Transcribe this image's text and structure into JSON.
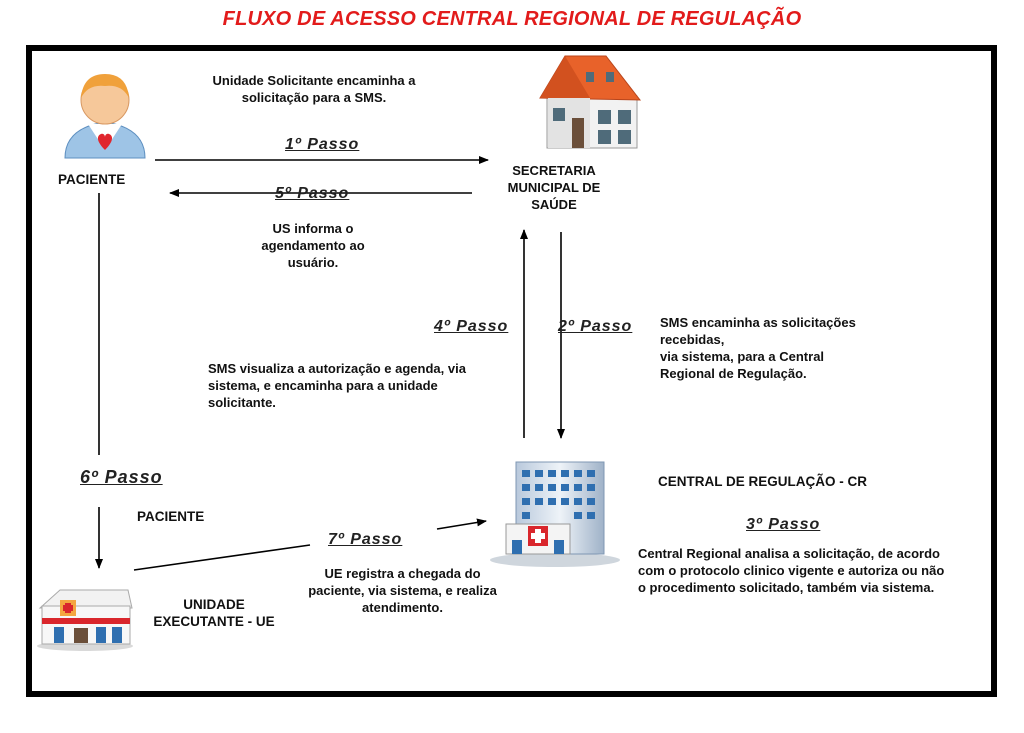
{
  "title": "FLUXO DE ACESSO CENTRAL REGIONAL DE REGULAÇÃO",
  "actors": {
    "paciente": "PACIENTE",
    "sms": [
      "SECRETARIA",
      "MUNICIPAL DE",
      "SAÚDE"
    ],
    "cr": "CENTRAL DE REGULAÇÃO - CR",
    "ue": [
      "UNIDADE",
      "EXECUTANTE - UE"
    ],
    "paciente_step6": "PACIENTE"
  },
  "steps": {
    "s1": "1º Passo",
    "s2": "2º Passo",
    "s3": "3º Passo",
    "s4": "4º Passo",
    "s5": "5º Passo",
    "s6": "6º Passo",
    "s7": "7º Passo"
  },
  "notes": {
    "n1": [
      "Unidade Solicitante encaminha a",
      "solicitação para  a SMS."
    ],
    "n5": [
      "US informa o",
      "agendamento ao",
      "usuário."
    ],
    "n4": [
      "SMS  visualiza  a  autorização  e  agenda,  via",
      "sistema, e encaminha para a unidade solicitante."
    ],
    "n2": [
      "SMS  encaminha as solicitações",
      "recebidas,",
      "via sistema, para a Central",
      "Regional de Regulação."
    ],
    "n3": [
      "Central Regional  analisa a solicitação, de acordo",
      "com o protocolo clinico vigente e autoriza ou não",
      "o procedimento solicitado, também via sistema."
    ],
    "n7": [
      "UE registra a chegada  do",
      "paciente, via sistema, e realiza",
      "atendimento."
    ]
  }
}
